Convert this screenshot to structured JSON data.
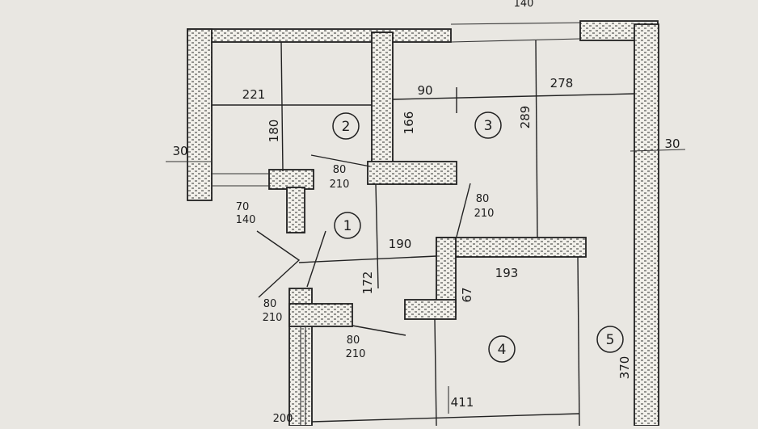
{
  "diagram": {
    "rooms": [
      {
        "number": "1"
      },
      {
        "number": "2"
      },
      {
        "number": "3"
      },
      {
        "number": "4"
      },
      {
        "number": "5"
      }
    ],
    "dimensions": {
      "top_cut": "140",
      "d221": "221",
      "d90": "90",
      "d278": "278",
      "d180": "180",
      "d166": "166",
      "d289": "289",
      "d30_left": "30",
      "d30_right": "30",
      "d190": "190",
      "d172": "172",
      "d193": "193",
      "d67": "67",
      "d370": "370",
      "d411": "411",
      "d200": "200"
    },
    "openings": {
      "door_2_w": "80",
      "door_2_h": "210",
      "window_1_w": "70",
      "window_1_h": "140",
      "door_3_w": "80",
      "door_3_h": "210",
      "entry_w": "80",
      "entry_h": "210",
      "door_4_w": "80",
      "door_4_h": "210"
    },
    "colors": {
      "paper": "#e9e7e2",
      "ink": "#1c1c1c",
      "wall_fill": "#f2f0ea"
    }
  }
}
